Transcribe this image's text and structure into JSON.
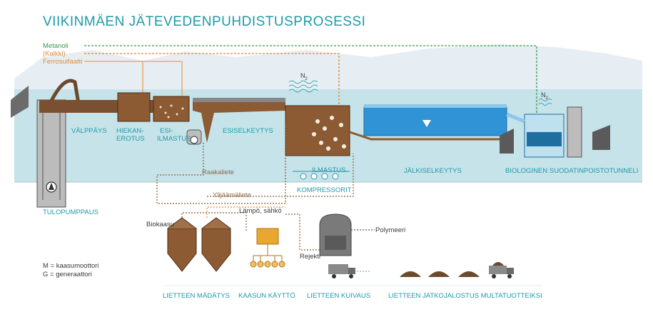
{
  "title": "VIIKINMÄEN JÄTEVEDENPUHDISTUSPROSESSI",
  "chemicals": {
    "methanol": "Metanoli",
    "lime": "(Kalkki)",
    "ferrous_sulfate": "Ferrosulfaatti"
  },
  "gas_label": "N",
  "gas_subscript": "2",
  "stages": {
    "tulopumppaus": "TULOPUMPPAUS",
    "valppays": "VÄLPPÄYS",
    "hiekan_1": "HIEKAN-",
    "hiekan_2": "EROTUS",
    "esi_1": "ESI-",
    "esi_2": "ILMASTUS",
    "esiselkeytys": "ESISELKEYTYS",
    "ilmastus": "ILMASTUS",
    "kompressorit": "KOMPRESSORIT",
    "jalkiselkeytys": "JÄLKISELKEYTYS",
    "biologinen": "BIOLOGINEN SUODATIN",
    "poistotunneli": "POISTOTUNNELI"
  },
  "streams": {
    "raakaliete": "Raakaliete",
    "ylijaamaliete": "Ylijäämäliete",
    "lampo": "Lämpö, sähkö",
    "biokaasu": "Biokaasu",
    "polymeeri": "Polymeeri",
    "rejekti": "Rejekti"
  },
  "legend": {
    "m": "M = kaasumoottori",
    "g": "G = generaattori"
  },
  "bottom": {
    "madatys": "LIETTEEN MÄDÄTYS",
    "kaasun": "KAASUN KÄYTTÖ",
    "kuivaus": "LIETTEEN KUIVAUS",
    "jatko": "LIETTEEN JATKOJALOSTUS MULTATUOTTEIKSI"
  },
  "colors": {
    "teal": "#1f9aa8",
    "water": "#bfe0e7",
    "brown": "#8c5a33",
    "orange": "#e08a33",
    "green": "#3a9a4a",
    "blue": "#2f93d6"
  }
}
